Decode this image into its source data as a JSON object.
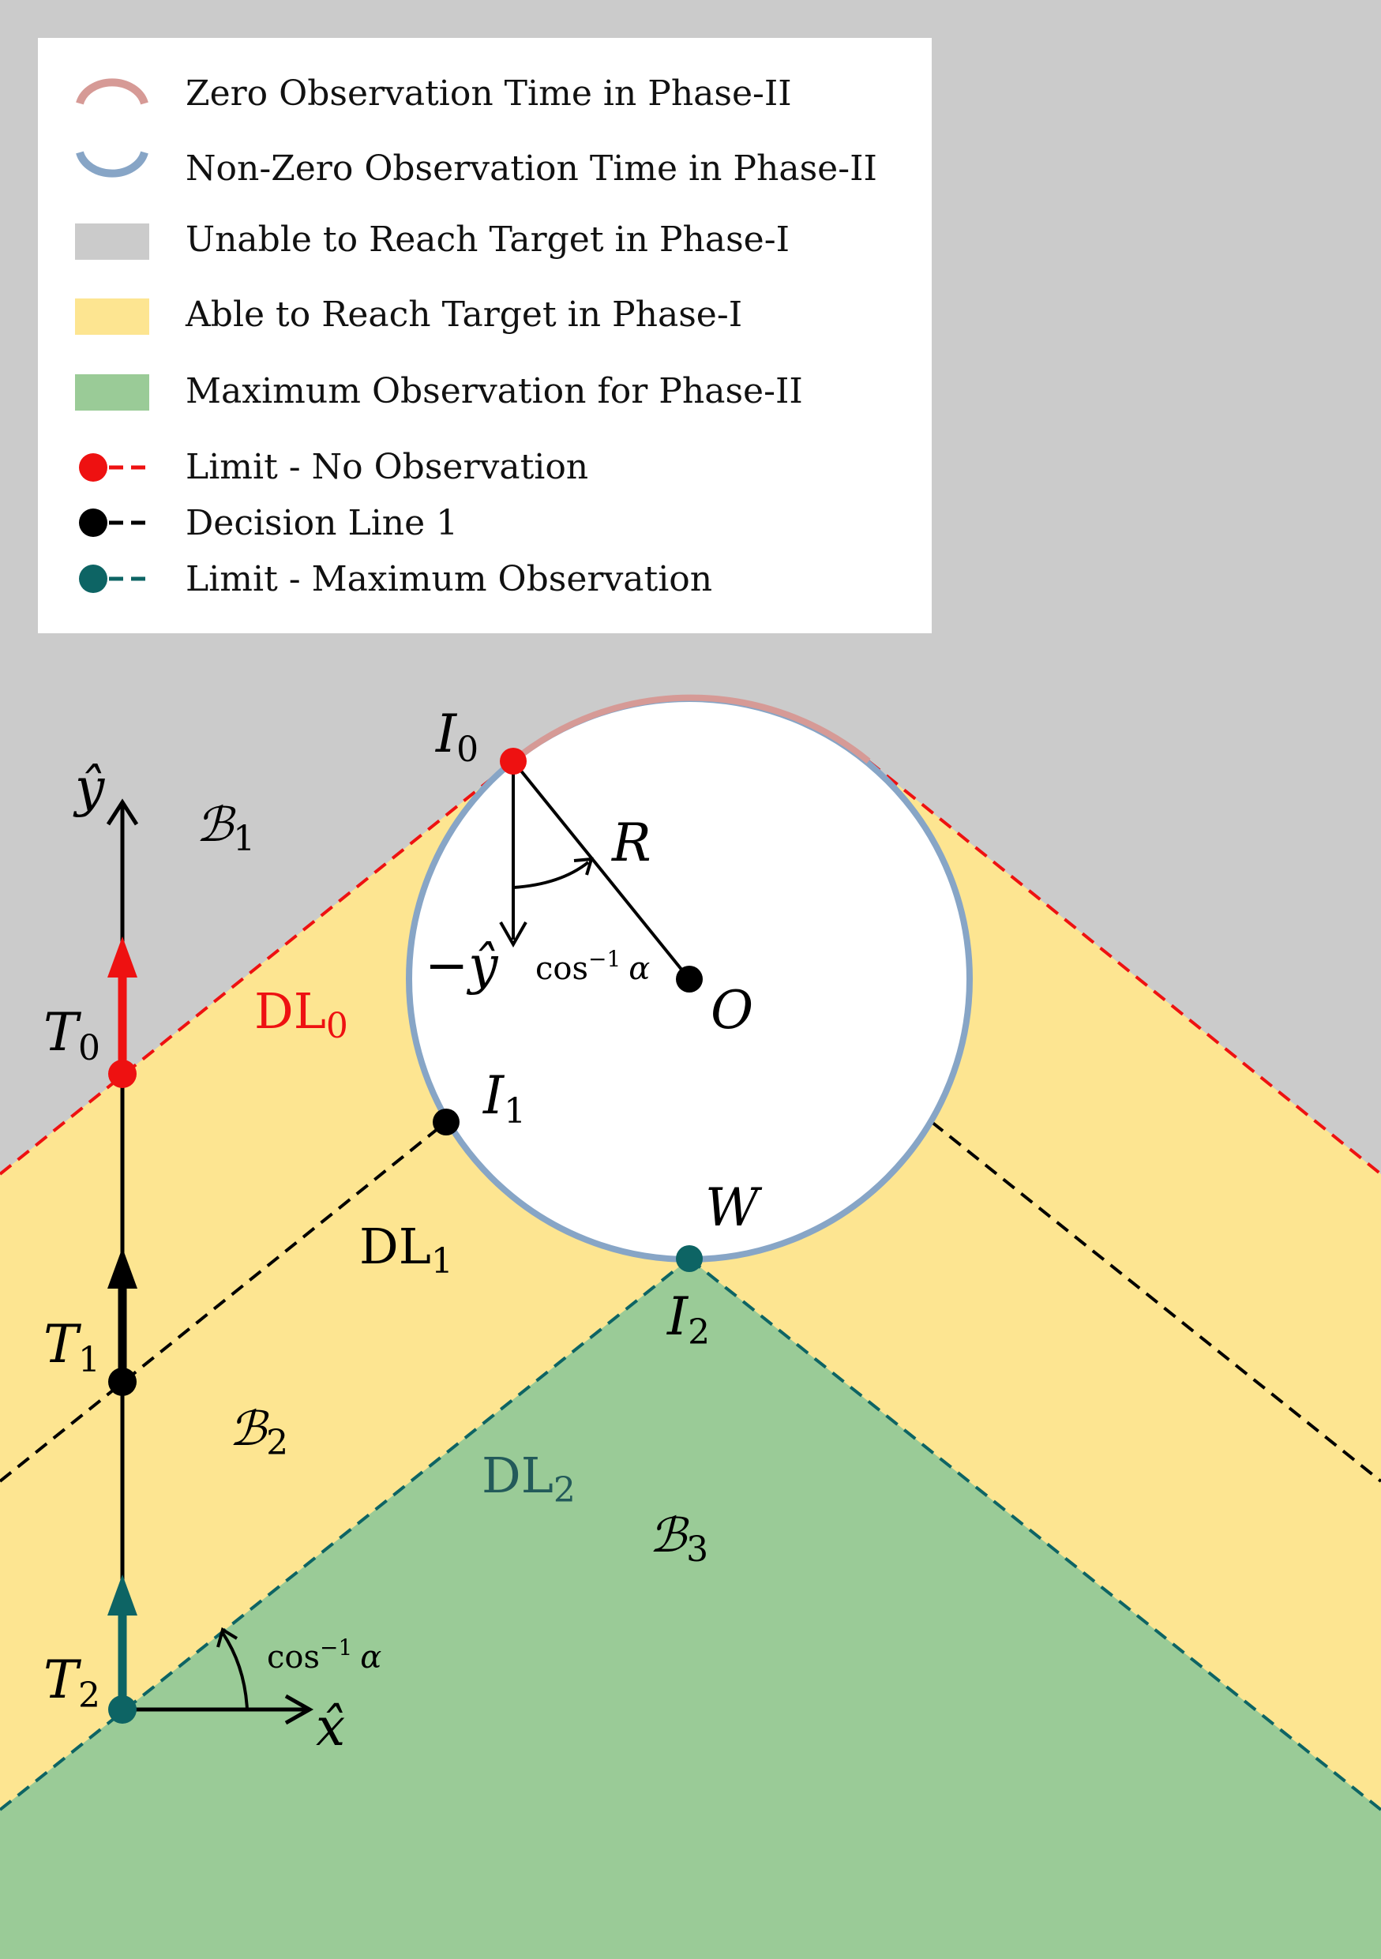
{
  "legend": {
    "zero_obs": "Zero Observation Time in Phase-II",
    "nonzero_obs": "Non-Zero Observation Time in Phase-II",
    "unable": "Unable to Reach Target in Phase-I",
    "able": "Able to Reach Target in Phase-I",
    "max_obs": "Maximum Observation for Phase-II",
    "limit_no_obs": "Limit - No Observation",
    "decision_line_1": "Decision Line 1",
    "limit_max_obs": "Limit - Maximum Observation"
  },
  "labels": {
    "I0": "I",
    "I0_sub": "0",
    "I1": "I",
    "I1_sub": "1",
    "I2": "I",
    "I2_sub": "2",
    "O": "O",
    "W": "W",
    "R": "R",
    "T0": "T",
    "T0_sub": "0",
    "T1": "T",
    "T1_sub": "1",
    "T2": "T",
    "T2_sub": "2",
    "DL0": "DL",
    "DL0_sub": "0",
    "DL1": "DL",
    "DL1_sub": "1",
    "DL2": "DL",
    "DL2_sub": "2",
    "B1": "ℬ",
    "B1_sub": "1",
    "B2": "ℬ",
    "B2_sub": "2",
    "B3": "ℬ",
    "B3_sub": "3",
    "yhat": "ŷ",
    "xhat": "x̂",
    "neg_yhat": "−ŷ",
    "cos_top": "cos",
    "cos_top_sup": "−1",
    "cos_top_alpha": "α",
    "cos_bottom": "cos",
    "cos_bottom_sup": "−1",
    "cos_bottom_alpha": "α"
  },
  "colors": {
    "background_unable": "#cbcbcb",
    "able_region": "#fde591",
    "max_obs_region": "#9acb97",
    "circle_fill": "#ffffff",
    "zero_obs_arc": "#d69a96",
    "nonzero_obs_arc": "#87a5c6",
    "limit_no_obs": "#ee1111",
    "decision_line": "#000000",
    "limit_max_obs": "#0d6464",
    "dl2_text": "#235a5a"
  }
}
